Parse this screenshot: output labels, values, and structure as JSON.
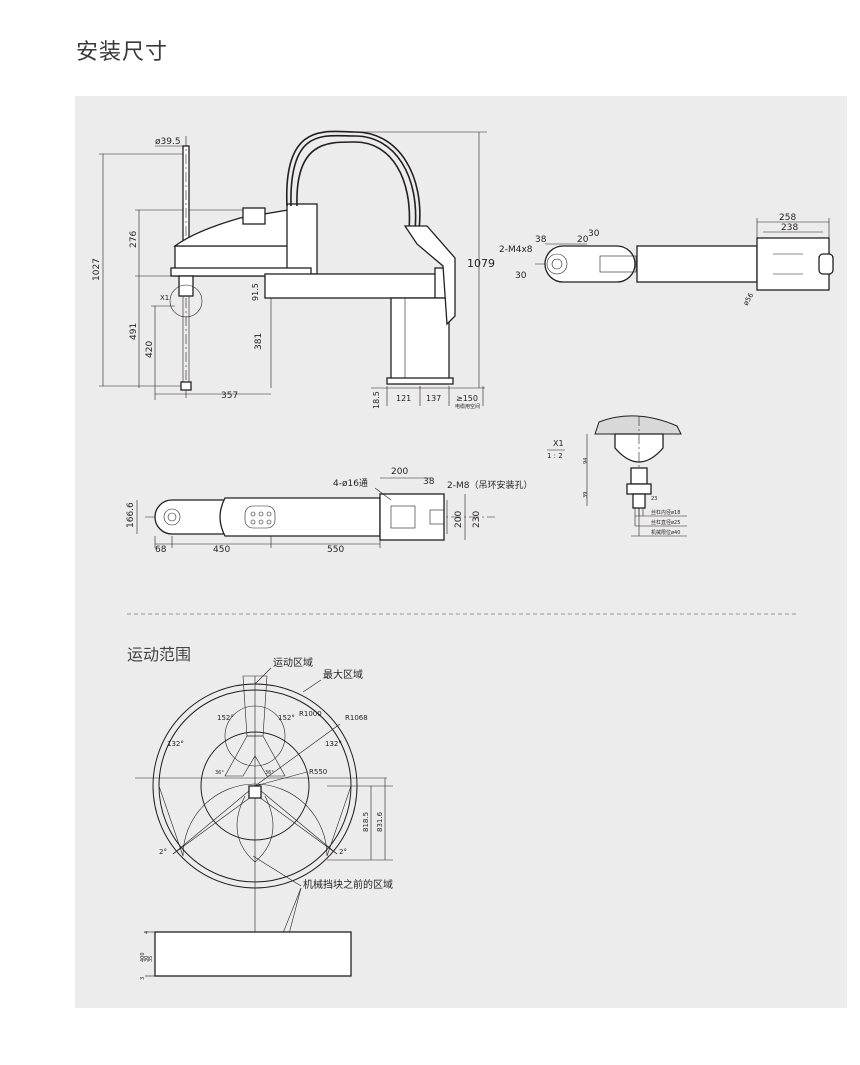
{
  "page_title": "安装尺寸",
  "motion_title": "运动范围",
  "front_view": {
    "shaft_dia": "ø39.5",
    "total_height": "1027",
    "h276": "276",
    "x1": "X1",
    "h91_5": "91.5",
    "h491": "491",
    "h420": "420",
    "h381": "381",
    "w357": "357",
    "h18_5": "18.5",
    "w121": "121",
    "w137": "137",
    "w150": "≥150",
    "cable_note": "电缆用空间",
    "h1079": "1079"
  },
  "side_view": {
    "w258": "258",
    "w238": "238",
    "m4": "2-M4x8",
    "d38": "38",
    "d20": "20",
    "d30a": "30",
    "d30b": "30",
    "phi56": "ø56"
  },
  "top_view": {
    "holes": "4-ø16通",
    "w200": "200",
    "d38": "38",
    "m8": "2-M8（吊环安装孔）",
    "h166_6": "166.6",
    "w68": "68",
    "w450": "450",
    "w550": "550",
    "h200": "200",
    "h230": "230"
  },
  "detail_x1": {
    "label": "X1",
    "scale": "1 : 2",
    "d94": "94",
    "d39": "39",
    "d23": "23",
    "note1": "丝杠内径ø18",
    "note2": "丝杠直径ø25",
    "note3": "机械限位ø40"
  },
  "motion": {
    "zone_label": "运动区域",
    "max_label": "最大区域",
    "stop_label": "机械挡块之前的区域",
    "r1000": "R1000",
    "r1068": "R1068",
    "r550": "R550",
    "a152l": "152°",
    "a152r": "152°",
    "a132l": "132°",
    "a132r": "132°",
    "a36l": "36°",
    "a36r": "36°",
    "a2l": "2°",
    "a2r": "2°",
    "h818": "818.5",
    "h831": "831.6",
    "v4": "4",
    "v400": "400",
    "v30": "30",
    "v35": "35",
    "v3": "3"
  }
}
